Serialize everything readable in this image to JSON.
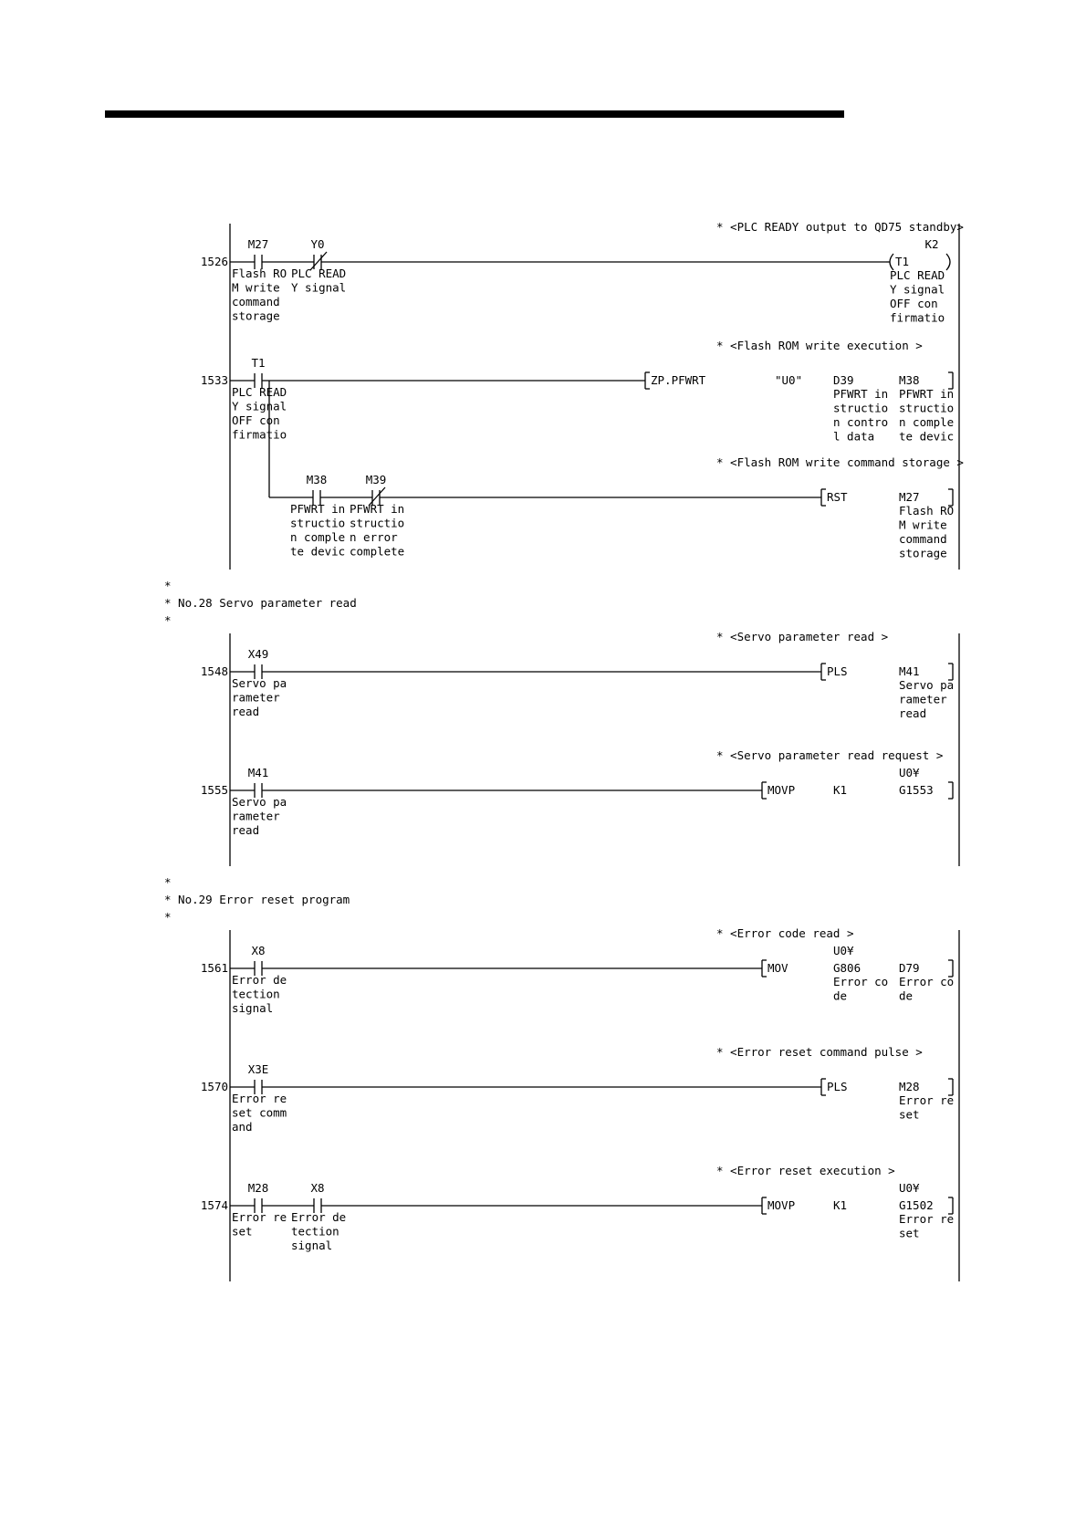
{
  "rungs": [
    {
      "step": "1526",
      "comment": "* <PLC READY output to QD75 standby>",
      "contacts": [
        {
          "device": "M27",
          "type": "NO",
          "label": [
            "Flash RO",
            "M write",
            "command",
            "storage"
          ]
        },
        {
          "device": "Y0",
          "type": "NC",
          "label": [
            "PLC READ",
            "Y signal"
          ]
        }
      ],
      "output": {
        "kind": "coil",
        "device": "T1",
        "setting": "K2",
        "label": [
          "PLC READ",
          "Y signal",
          " OFF con",
          "firmatio"
        ]
      }
    },
    {
      "step": "1533",
      "comment": "* <Flash ROM write execution       >",
      "contacts": [
        {
          "device": "T1",
          "type": "NO",
          "label": [
            "PLC READ",
            "Y signal",
            " OFF con",
            "firmatio"
          ]
        }
      ],
      "output": {
        "kind": "instruction",
        "instr": "ZP.PFWRT",
        "operands": [
          {
            "value": "\"U0\"",
            "label": []
          },
          {
            "value": "D39",
            "label": [
              "PFWRT in",
              "structio",
              "n contro",
              "l data"
            ]
          },
          {
            "value": "M38",
            "label": [
              "PFWRT in",
              "structio",
              "n comple",
              "te devic"
            ]
          }
        ]
      },
      "branch": {
        "comment": "* <Flash ROM write command storage >",
        "contacts": [
          {
            "device": "M38",
            "type": "NO",
            "label": [
              "PFWRT in",
              "structio",
              "n comple",
              "te devic"
            ]
          },
          {
            "device": "M39",
            "type": "NC",
            "label": [
              "PFWRT in",
              "structio",
              "n error",
              "complete"
            ]
          }
        ],
        "output": {
          "kind": "instruction",
          "instr": "RST",
          "operands": [
            {
              "value": "M27",
              "label": [
                "Flash RO",
                "M write",
                "command",
                "storage"
              ]
            }
          ]
        }
      }
    },
    {
      "step": "1548",
      "comment": "* <Servo parameter read             >",
      "contacts": [
        {
          "device": "X49",
          "type": "NO",
          "label": [
            "Servo pa",
            "rameter",
            "read"
          ]
        }
      ],
      "output": {
        "kind": "instruction",
        "instr": "PLS",
        "operands": [
          {
            "value": "M41",
            "label": [
              "Servo pa",
              "rameter",
              "read"
            ]
          }
        ]
      }
    },
    {
      "step": "1555",
      "comment": "* <Servo parameter read request    >",
      "contacts": [
        {
          "device": "M41",
          "type": "NO",
          "label": [
            "Servo pa",
            "rameter",
            "read"
          ]
        }
      ],
      "output": {
        "kind": "instruction",
        "instr": "MOVP",
        "operands": [
          {
            "value": "K1",
            "label": []
          },
          {
            "value": "U0¥",
            "value2": "G1553",
            "label": []
          }
        ]
      }
    },
    {
      "step": "1561",
      "comment": "* <Error code read                 >",
      "contacts": [
        {
          "device": "X8",
          "type": "NO",
          "label": [
            "Error de",
            "tection",
            "signal"
          ]
        }
      ],
      "output": {
        "kind": "instruction",
        "instr": "MOV",
        "operands": [
          {
            "value": "U0¥",
            "value2": "G806",
            "label": [
              "Error co",
              "de"
            ]
          },
          {
            "value": "D79",
            "label": [
              "Error co",
              "de"
            ]
          }
        ]
      }
    },
    {
      "step": "1570",
      "comment": "* <Error reset command pulse       >",
      "contacts": [
        {
          "device": "X3E",
          "type": "NO",
          "label": [
            "Error re",
            "set comm",
            "and"
          ]
        }
      ],
      "output": {
        "kind": "instruction",
        "instr": "PLS",
        "operands": [
          {
            "value": "M28",
            "label": [
              "Error re",
              "set"
            ]
          }
        ]
      }
    },
    {
      "step": "1574",
      "comment": "* <Error reset execution           >",
      "contacts": [
        {
          "device": "M28",
          "type": "NO",
          "label": [
            "Error re",
            "set"
          ]
        },
        {
          "device": "X8",
          "type": "NO",
          "label": [
            "Error de",
            "tection",
            "signal"
          ]
        }
      ],
      "output": {
        "kind": "instruction",
        "instr": "MOVP",
        "operands": [
          {
            "value": "K1",
            "label": []
          },
          {
            "value": "U0¥",
            "value2": "G1502",
            "label": [
              "Error re",
              "set"
            ]
          }
        ]
      }
    }
  ],
  "section_comments": [
    {
      "lines": [
        "*",
        "* No.28 Servo parameter read",
        "*"
      ]
    },
    {
      "lines": [
        "*",
        "* No.29 Error reset program",
        "*"
      ]
    }
  ]
}
